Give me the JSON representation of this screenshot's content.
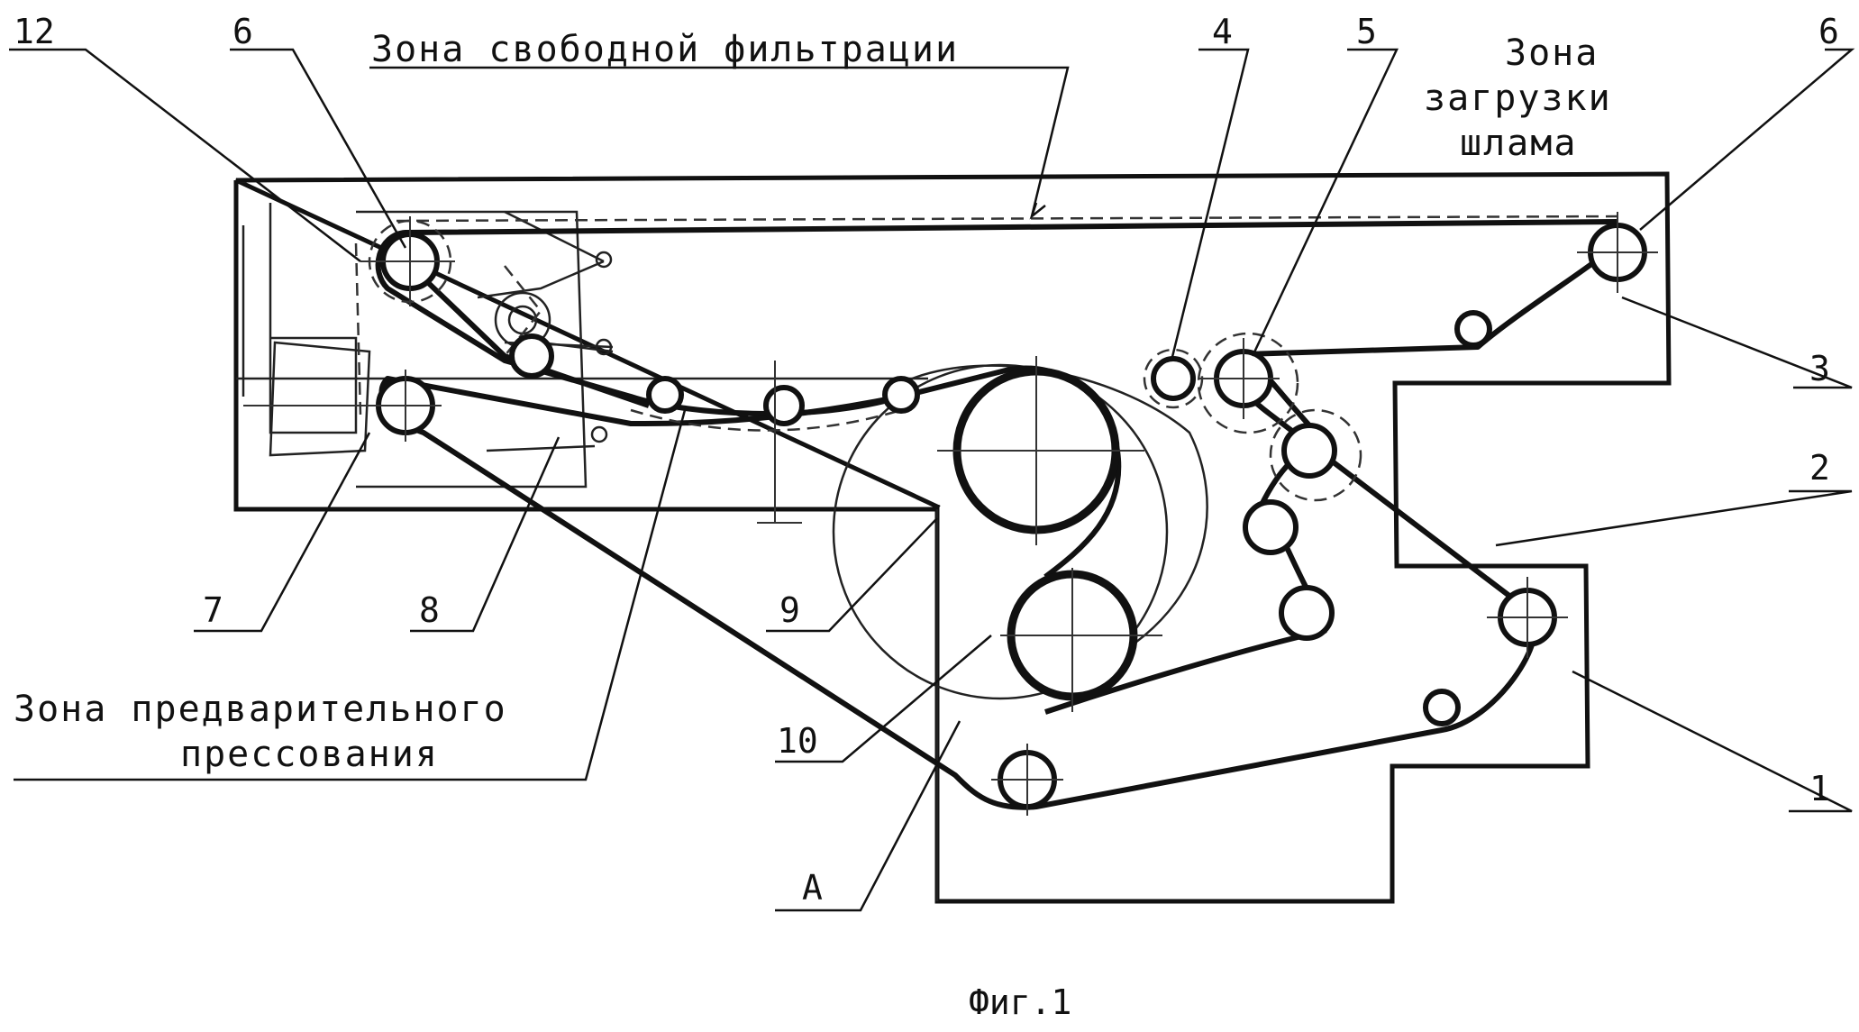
{
  "figure": {
    "caption": "Фиг.1",
    "zones": {
      "free_filtration": "Зона свободной фильтрации",
      "sludge_loading_line1": "Зона",
      "sludge_loading_line2": "загрузки",
      "sludge_loading_line3": "шлама",
      "pre_pressing_line1": "Зона предварительного",
      "pre_pressing_line2": "прессования"
    },
    "labels": {
      "l1": "1",
      "l2": "2",
      "l3": "3",
      "l4": "4",
      "l5": "5",
      "l6_left": "6",
      "l6_right": "6",
      "l7": "7",
      "l8": "8",
      "l9": "9",
      "l10": "10",
      "l12": "12",
      "lA": "A"
    }
  }
}
